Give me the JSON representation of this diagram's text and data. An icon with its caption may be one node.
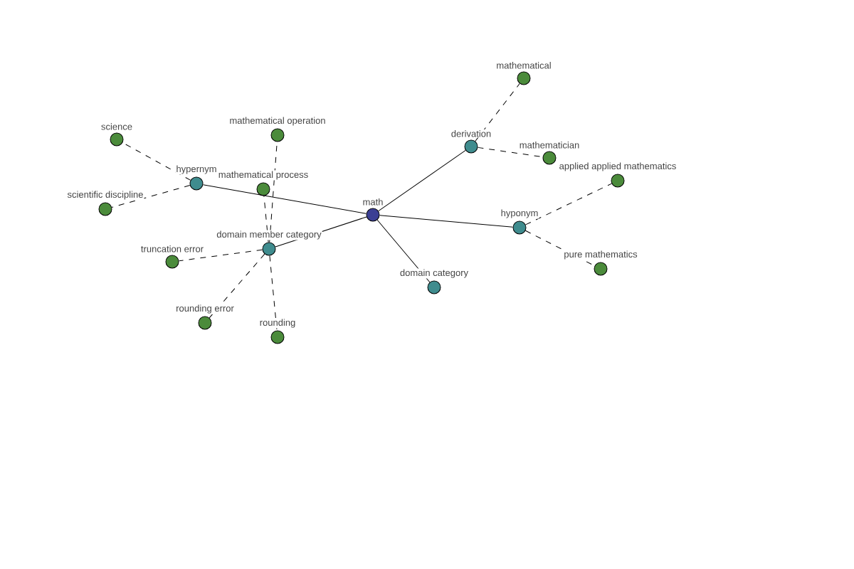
{
  "diagram": {
    "nodes": [
      {
        "text": [
          "math"
        ]
      },
      {
        "text": [
          "hypernym"
        ]
      },
      {
        "text": [
          "domain member category"
        ]
      },
      {
        "text": [
          "derivation"
        ]
      },
      {
        "text": [
          "hyponym"
        ]
      },
      {
        "text": [
          "domain category"
        ]
      },
      {
        "text": [
          "science"
        ]
      },
      {
        "text": [
          "scientific discipline"
        ]
      },
      {
        "text": [
          "mathematical operation"
        ]
      },
      {
        "text": [
          "mathematical process"
        ]
      },
      {
        "text": [
          "truncation error"
        ]
      },
      {
        "text": [
          "rounding error"
        ]
      },
      {
        "text": [
          "rounding"
        ]
      },
      {
        "text": [
          "mathematical"
        ]
      },
      {
        "text": [
          "mathematician"
        ]
      },
      {
        "text": [
          "applied applied mathematics"
        ]
      },
      {
        "text": [
          "pure mathematics"
        ]
      }
    ],
    "edges": [
      {
        "from": 0,
        "to": 1,
        "arrow": "none"
      },
      {
        "from": 0,
        "to": 2,
        "arrow": "none"
      },
      {
        "from": 0,
        "to": 3,
        "arrow": "none"
      },
      {
        "from": 0,
        "to": 4,
        "arrow": "none"
      },
      {
        "from": 0,
        "to": 5,
        "arrow": "none"
      },
      {
        "from": 1,
        "to": 6,
        "arrow": "none",
        "style": "dashed"
      },
      {
        "from": 1,
        "to": 7,
        "arrow": "none",
        "style": "dashed"
      },
      {
        "from": 2,
        "to": 8,
        "arrow": "none",
        "style": "dashed"
      },
      {
        "from": 2,
        "to": 9,
        "arrow": "none",
        "style": "dashed"
      },
      {
        "from": 2,
        "to": 10,
        "arrow": "none",
        "style": "dashed"
      },
      {
        "from": 2,
        "to": 11,
        "arrow": "none",
        "style": "dashed"
      },
      {
        "from": 2,
        "to": 12,
        "arrow": "none",
        "style": "dashed"
      },
      {
        "from": 3,
        "to": 13,
        "arrow": "none",
        "style": "dashed"
      },
      {
        "from": 3,
        "to": 14,
        "arrow": "none",
        "style": "dashed"
      },
      {
        "from": 4,
        "to": 15,
        "arrow": "none",
        "style": "dashed"
      },
      {
        "from": 4,
        "to": 16,
        "arrow": "none",
        "style": "dashed"
      }
    ]
  }
}
